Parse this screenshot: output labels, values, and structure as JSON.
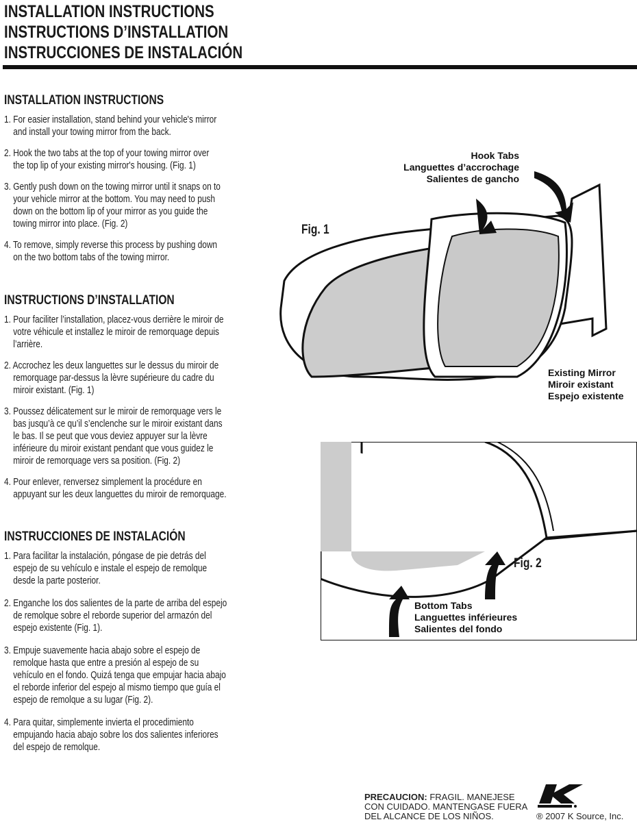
{
  "titles": [
    "INSTALLATION INSTRUCTIONS",
    "INSTRUCTIONS D’INSTALLATION",
    "INSTRUCCIONES DE INSTALACIÓN"
  ],
  "sections": [
    {
      "heading": "INSTALLATION INSTRUCTIONS",
      "items": [
        [
          "1. For easier installation, stand behind your vehicle's mirror",
          "    and install your towing mirror from the back."
        ],
        [
          "2. Hook the two tabs at the top of your towing mirror over",
          "    the top lip of your existing mirror's housing. (Fig. 1)"
        ],
        [
          "3. Gently push down on the towing mirror until it snaps on to",
          "    your vehicle mirror at the bottom. You may need to push",
          "    down on the bottom lip of your mirror as you guide the",
          "    towing mirror into place. (Fig. 2)"
        ],
        [
          "4. To remove, simply reverse this process by pushing down",
          "    on the two bottom tabs of the towing mirror."
        ]
      ]
    },
    {
      "heading": "INSTRUCTIONS D’INSTALLATION",
      "items": [
        [
          "1. Pour faciliter l’installation, placez-vous derrière le miroir de",
          "    votre véhicule et installez le miroir de remorquage depuis",
          "    l’arrière."
        ],
        [
          "2. Accrochez les deux languettes sur le dessus du miroir de",
          "    remorquage par-dessus la lèvre supérieure du cadre du",
          "    miroir existant. (Fig. 1)"
        ],
        [
          "3. Poussez délicatement sur le miroir de remorquage vers le",
          "    bas jusqu’à ce qu’il s’enclenche sur le miroir existant dans",
          "    le bas. Il se peut que vous deviez appuyer sur la lèvre",
          "    inférieure du miroir existant pendant que vous guidez le",
          "    miroir de remorquage vers sa position. (Fig. 2)"
        ],
        [
          "4. Pour enlever, renversez simplement la procédure en",
          "    appuyant sur les deux languettes du miroir de remorquage."
        ]
      ]
    },
    {
      "heading": "INSTRUCCIONES DE INSTALACIÓN",
      "items": [
        [
          "1. Para facilitar la instalación, póngase de pie detrás del",
          "    espejo de su vehículo e instale el espejo de remolque",
          "    desde la parte posterior."
        ],
        [
          "2. Enganche los dos salientes de la parte de arriba del espejo",
          "    de remolque sobre el reborde superior del armazón del",
          "    espejo existente (Fig. 1)."
        ],
        [
          "3. Empuje suavemente hacia abajo sobre el espejo de",
          "    remolque hasta que entre a presión al espejo de su",
          "    vehículo en el fondo. Quizá tenga que empujar hacia abajo",
          "    el reborde inferior del espejo al mismo tiempo que guía el",
          "    espejo de remolque a su lugar (Fig. 2)."
        ],
        [
          "4. Para quitar, simplemente invierta el procedimiento",
          "    empujando hacia abajo sobre los dos salientes inferiores",
          "    del espejo de remolque."
        ]
      ]
    }
  ],
  "fig1": {
    "label": "Fig. 1",
    "hook_tabs": [
      "Hook Tabs",
      "Languettes d’accrochage",
      "Salientes de gancho"
    ],
    "existing": [
      "Existing Mirror",
      "Miroir existant",
      "Espejo existente"
    ]
  },
  "fig2": {
    "label": "Fig. 2",
    "bottom_tabs": [
      "Bottom Tabs",
      "Languettes inférieures",
      "Salientes del fondo"
    ]
  },
  "footer": {
    "caution_label": "PRECAUCION:",
    "caution_lines": [
      " FRAGIL. MANEJESE",
      "CON CUIDADO. MANTENGASE FUERA",
      "DEL ALCANCE DE LOS NIÑOS."
    ],
    "logo": "K Source",
    "copyright": "® 2007 K Source, Inc."
  }
}
